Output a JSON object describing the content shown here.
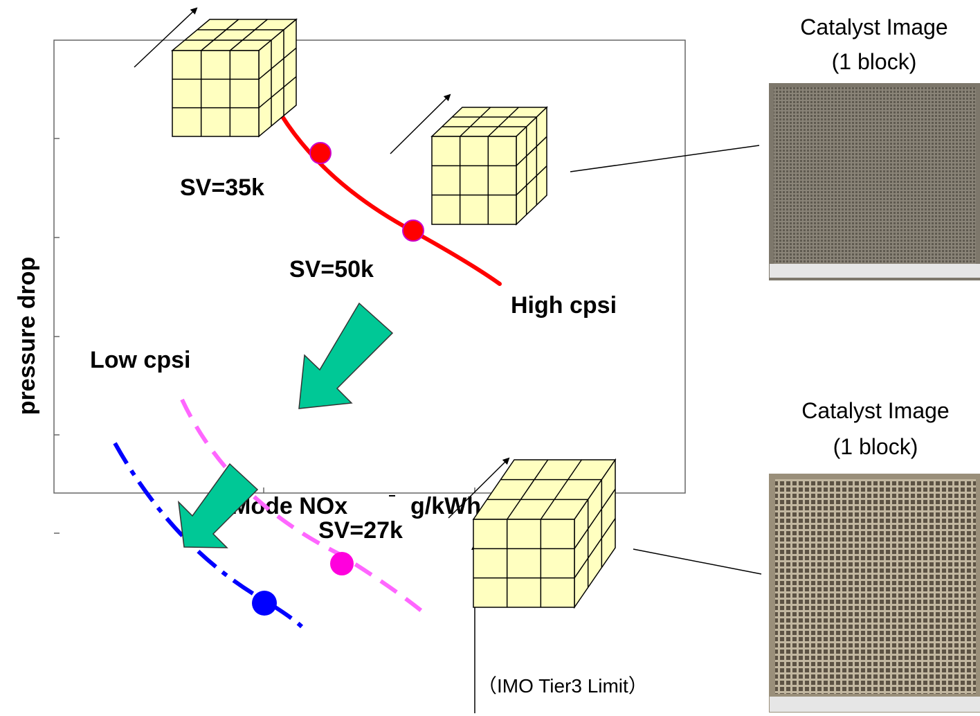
{
  "chart_data": {
    "type": "line",
    "xlabel": "Mode NOx",
    "xlabel_unit": "g/kWh",
    "ylabel": "pressure drop",
    "grid": false,
    "series": [
      {
        "name": "High cpsi",
        "line_style": "solid",
        "color": "#ff0000",
        "points": [
          {
            "label": "SV=35k"
          },
          {
            "label": "SV=50k"
          }
        ]
      },
      {
        "name": "Low cpsi",
        "line_style": "dashed",
        "color": "#ff66ff",
        "points": [
          {
            "label": "SV=27k"
          }
        ]
      },
      {
        "name": "",
        "line_style": "dash-dot",
        "color": "#0000ff",
        "points": [
          {
            "label": ""
          }
        ]
      }
    ]
  },
  "labels": {
    "sv35": "SV=35k",
    "sv50": "SV=50k",
    "sv27": "SV=27k",
    "high_cpsi": "High cpsi",
    "low_cpsi": "Low cpsi",
    "xlabel": "Mode NOx",
    "xunit": "g/kWh",
    "ylabel": "pressure drop",
    "imo_limit": "（IMO Tier3 Limit）"
  },
  "photos": [
    {
      "title_line1": "Catalyst Image",
      "title_line2": "(1 block)"
    },
    {
      "title_line1": "Catalyst Image",
      "title_line2": "(1 block)"
    }
  ],
  "colors": {
    "high_cpsi": "#ff0000",
    "low_cpsi": "#ff66ff",
    "blue_series": "#0000ff",
    "arrow_fill": "#00c896",
    "cube_fill": "#ffffc0"
  }
}
